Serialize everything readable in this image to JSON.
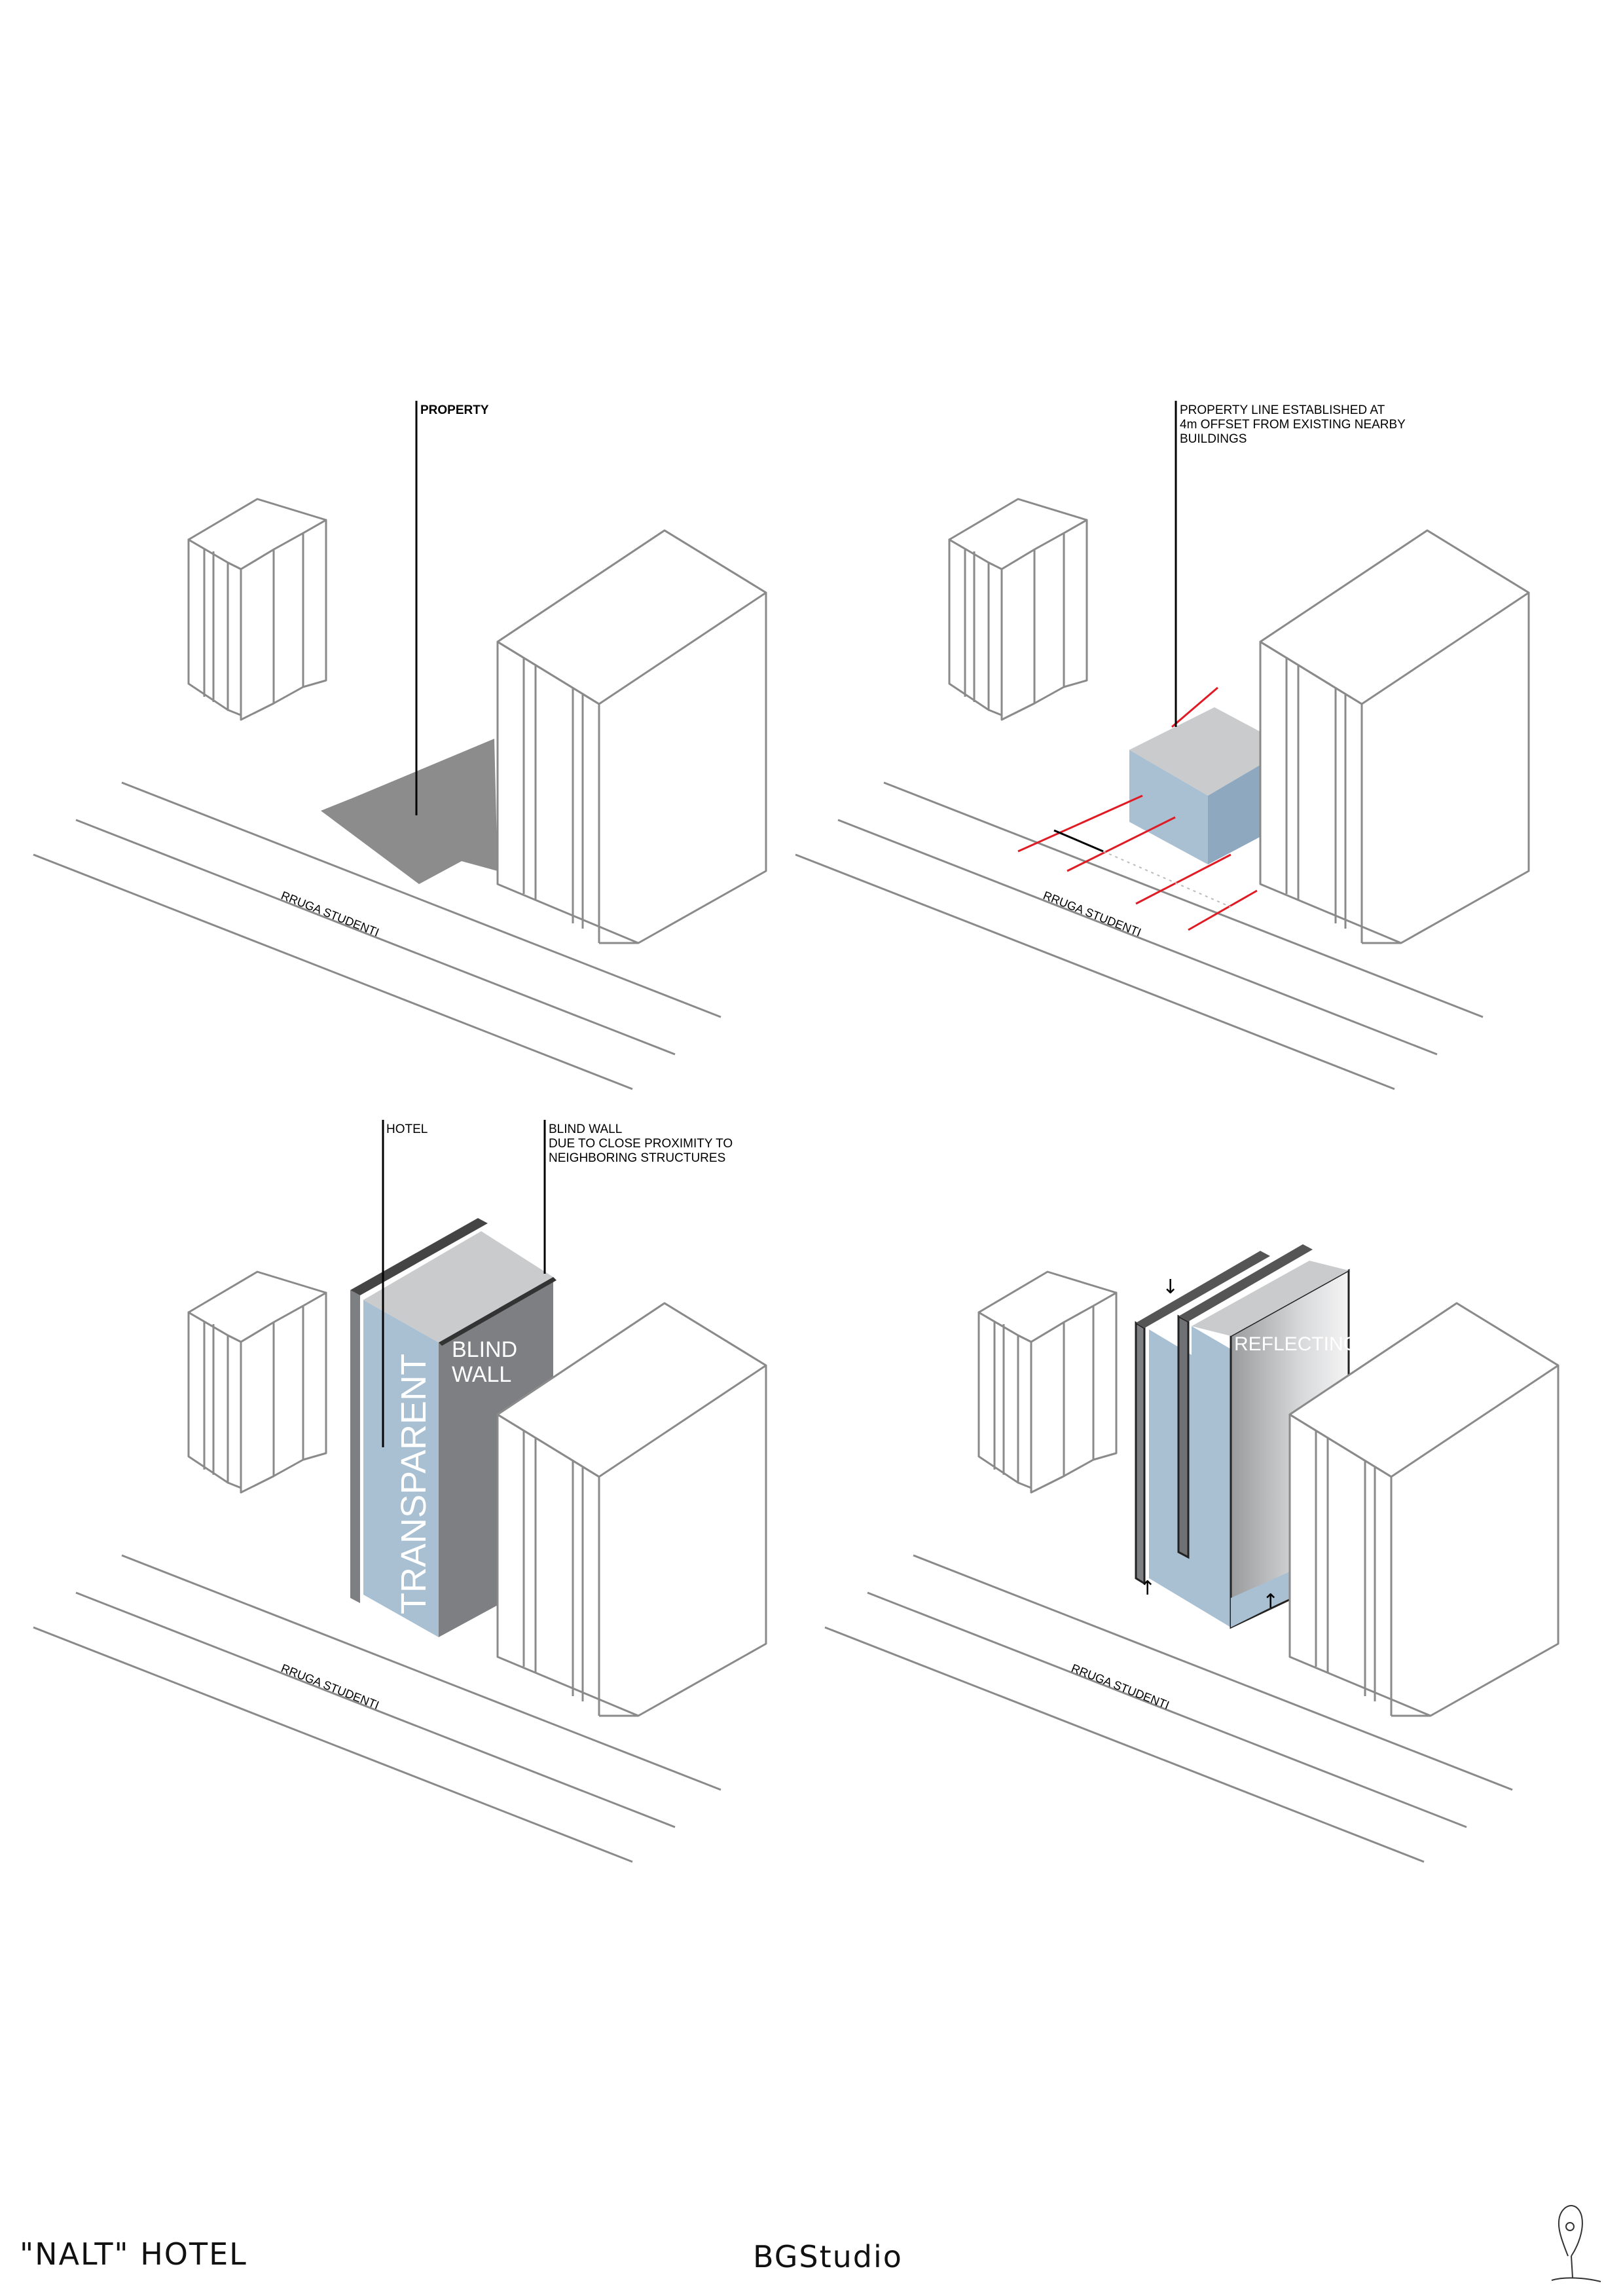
{
  "diagram_1": {
    "label": "PROPERTY",
    "street": "RRUGA STUDENTI"
  },
  "diagram_2": {
    "label_lines": [
      "PROPERTY LINE ESTABLISHED AT",
      "4m OFFSET FROM EXISTING NEARBY",
      "BUILDINGS"
    ],
    "street": "RRUGA STUDENTI"
  },
  "diagram_3": {
    "hotel_label": "HOTEL",
    "blind_wall_note": [
      "BLIND WALL",
      "DUE TO CLOSE PROXIMITY TO",
      "NEIGHBORING STRUCTURES"
    ],
    "facade_transparent": "TRANSPARENT",
    "facade_blind": [
      "BLIND",
      "WALL"
    ],
    "street": "RRUGA STUDENTI"
  },
  "diagram_4": {
    "facade_reflecting": "REFLECTING",
    "street": "RRUGA STUDENTI"
  },
  "footer": {
    "project": "\"NALT\" HOTEL",
    "studio": "BGStudio",
    "logo": "tree-sketch-icon"
  },
  "colors": {
    "property_fill": "#8c8c8c",
    "roof_grey": "#c9cbcd",
    "glass_blue": "#a9bfd2",
    "glass_blue_dark": "#8ea8bf",
    "blind_wall": "#7d7f82",
    "offset_red": "#e01b24"
  }
}
